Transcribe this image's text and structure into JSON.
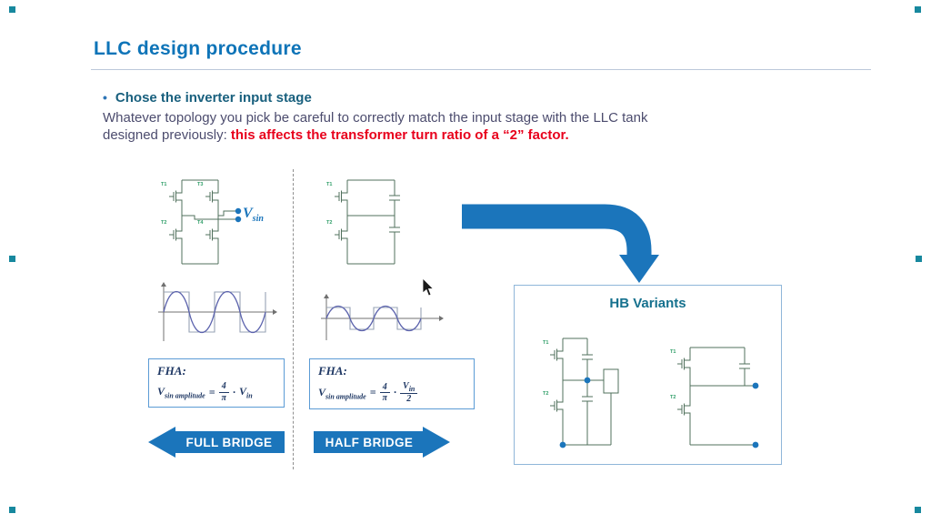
{
  "colors": {
    "accent_blue": "#1b75bb",
    "title_blue": "#0e74b8",
    "heading_teal": "#19607e",
    "body_text": "#4c4c6e",
    "alert_red": "#e8001c",
    "circuit_stroke": "#50705c",
    "transistor_label_green": "#2f9e68",
    "formula_navy": "#1f3864",
    "frame_handle_teal": "#17889e"
  },
  "slide": {
    "title": "LLC design procedure",
    "bullet_heading": "Chose the inverter input stage",
    "body_line1": "Whatever topology you pick be careful to correctly match the input stage with the LLC tank",
    "body_line2_prefix": "designed previously: ",
    "body_line2_emphasis": "this affects the transformer turn ratio of a “2” factor."
  },
  "full_bridge": {
    "arrow_label": "FULL BRIDGE",
    "transistors": [
      "T1",
      "T2",
      "T3",
      "T4"
    ],
    "output_label": {
      "base": "V",
      "sub": "sin"
    },
    "fha": {
      "heading": "FHA:",
      "lhs_base": "V",
      "lhs_sub": "sin amplitude",
      "equals": "=",
      "frac_num": "4",
      "frac_den": "π",
      "times": "·",
      "rhs_base": "V",
      "rhs_sub": "in"
    }
  },
  "half_bridge": {
    "arrow_label": "HALF BRIDGE",
    "transistors": [
      "T1",
      "T2"
    ],
    "fha": {
      "heading": "FHA:",
      "lhs_base": "V",
      "lhs_sub": "sin amplitude",
      "equals": "=",
      "frac_num": "4",
      "frac_den": "π",
      "times": "·",
      "rhs_num_base": "V",
      "rhs_num_sub": "in",
      "rhs_den": "2"
    }
  },
  "hb_variants": {
    "title": "HB Variants",
    "transistors": [
      "T1",
      "T2"
    ]
  }
}
